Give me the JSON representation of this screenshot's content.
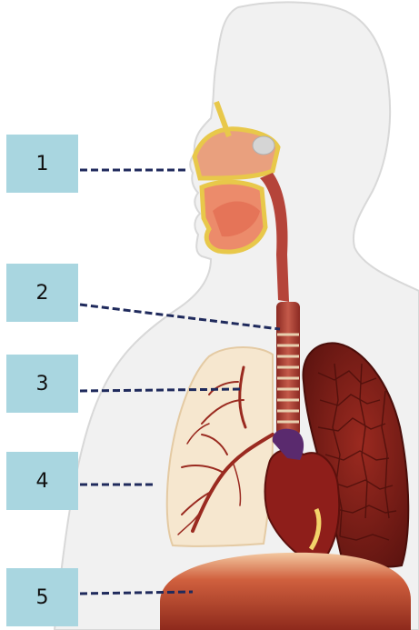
{
  "labels": [
    {
      "number": "1",
      "color": "#a9d6e0"
    },
    {
      "number": "2",
      "color": "#a9d6e0"
    },
    {
      "number": "3",
      "color": "#a9d6e0"
    },
    {
      "number": "4",
      "color": "#a9d6e0"
    },
    {
      "number": "5",
      "color": "#a9d6e0"
    }
  ],
  "colors": {
    "silhouette_fill": "#f1f1f1",
    "silhouette_stroke": "#d8d8d8",
    "leader_line": "#1f2a5c",
    "lung_dark": "#7d1d16",
    "lung_light": "#f6e7cf",
    "airway": "#b5443a",
    "diaphragm": "#c0442c"
  }
}
